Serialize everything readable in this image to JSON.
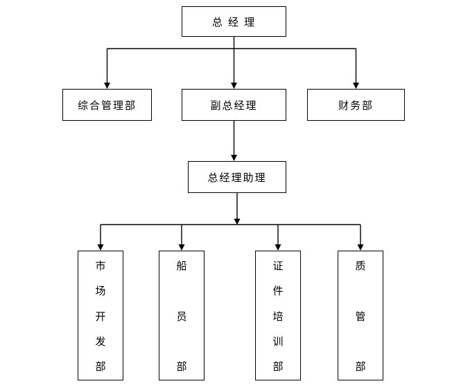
{
  "diagram": {
    "type": "org-chart",
    "background_color": "#ffffff",
    "line_color": "#000000",
    "box_border_color": "#000000",
    "text_color": "#000000",
    "nodes": {
      "general_manager": {
        "label": "总 经 理",
        "orientation": "horizontal"
      },
      "admin_dept": {
        "label": "综合管理部",
        "orientation": "horizontal"
      },
      "deputy_gm": {
        "label": "副总经理",
        "orientation": "horizontal"
      },
      "finance_dept": {
        "label": "财务部",
        "orientation": "horizontal"
      },
      "gm_assistant": {
        "label": "总经理助理",
        "orientation": "horizontal"
      },
      "market_dev_dept": {
        "label": "市场开发部",
        "orientation": "vertical"
      },
      "crew_dept": {
        "label": "船员部",
        "orientation": "vertical"
      },
      "cert_training_dept": {
        "label": "证件培训部",
        "orientation": "vertical"
      },
      "quality_dept": {
        "label": "质管部",
        "orientation": "vertical"
      }
    },
    "edges": [
      {
        "from": "general_manager",
        "to": "admin_dept",
        "arrow": true
      },
      {
        "from": "general_manager",
        "to": "deputy_gm",
        "arrow": true
      },
      {
        "from": "general_manager",
        "to": "finance_dept",
        "arrow": true
      },
      {
        "from": "deputy_gm",
        "to": "gm_assistant",
        "arrow": true
      },
      {
        "from": "gm_assistant",
        "to": "market_dev_dept",
        "arrow": true
      },
      {
        "from": "gm_assistant",
        "to": "crew_dept",
        "arrow": true
      },
      {
        "from": "gm_assistant",
        "to": "cert_training_dept",
        "arrow": true
      },
      {
        "from": "gm_assistant",
        "to": "quality_dept",
        "arrow": true
      }
    ]
  }
}
